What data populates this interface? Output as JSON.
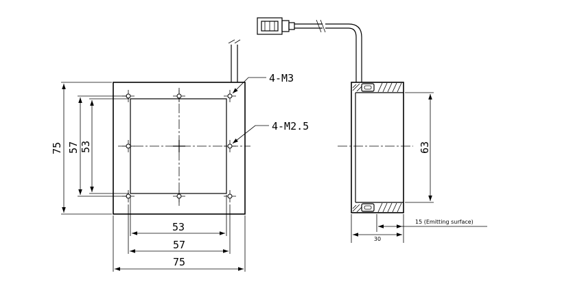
{
  "front_view": {
    "callouts": {
      "m3": "4-M3",
      "m25": "4-M2.5"
    },
    "dims": {
      "h75": "75",
      "h57": "57",
      "h53": "53",
      "w53": "53",
      "w57": "57",
      "w75": "75"
    }
  },
  "side_view": {
    "dims": {
      "d63": "63",
      "d30": "30",
      "d15": "15 (Emitting surface)"
    }
  }
}
